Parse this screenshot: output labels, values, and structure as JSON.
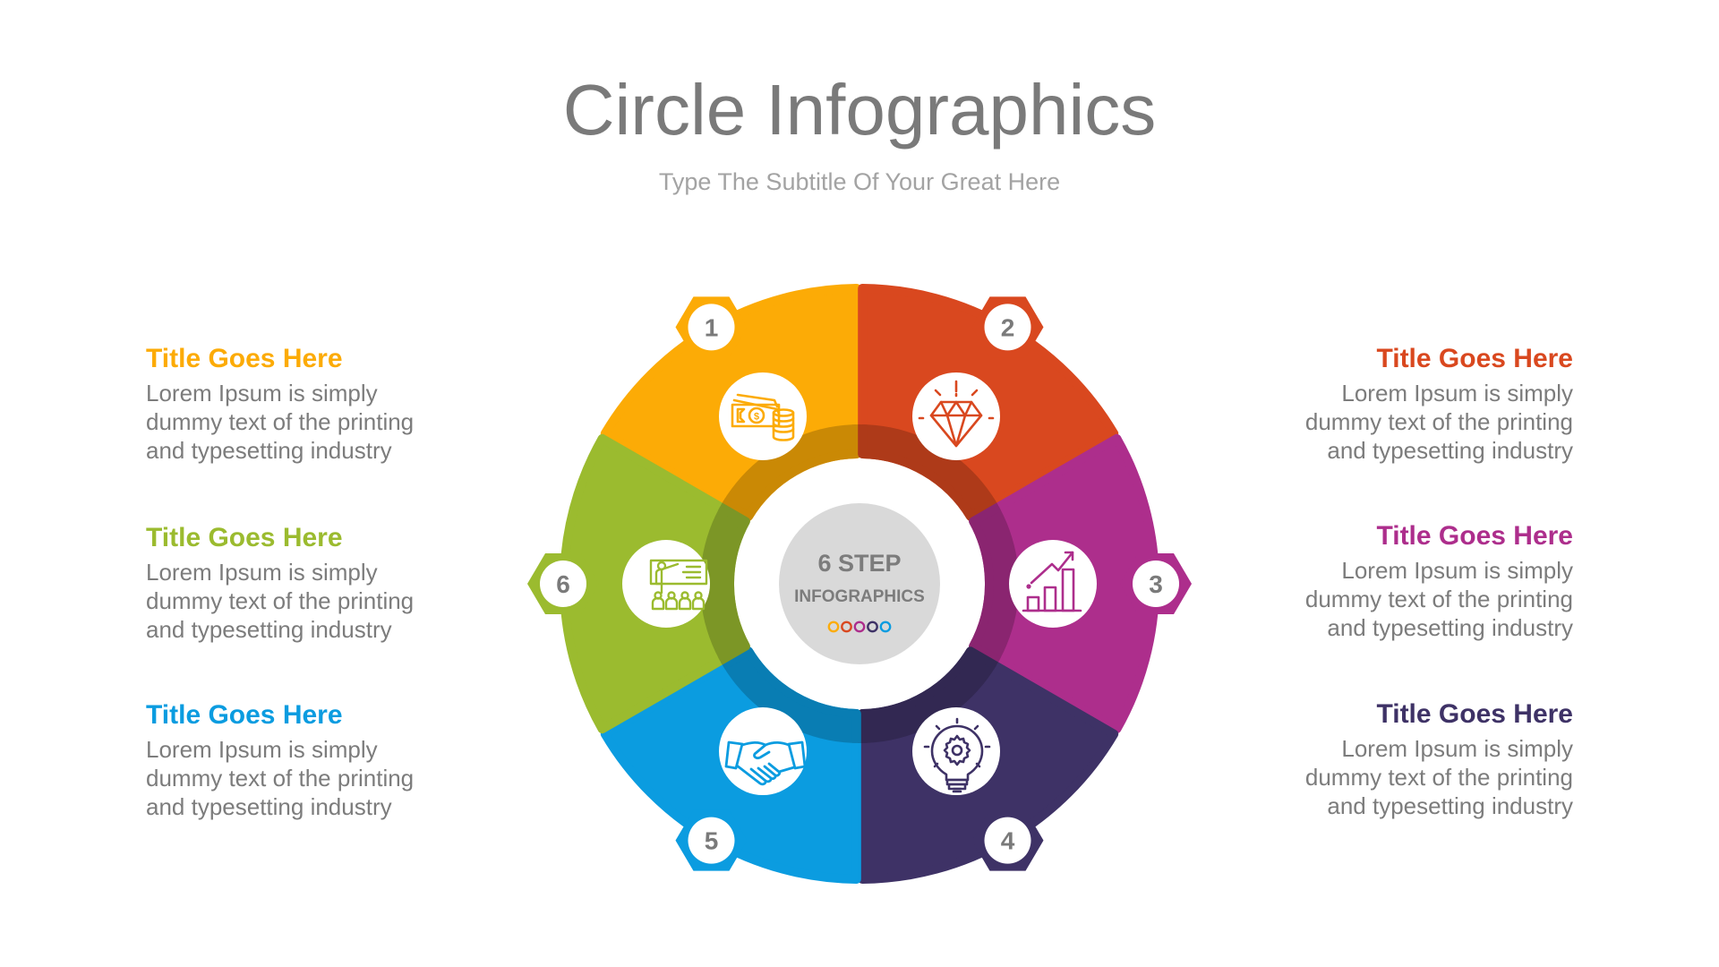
{
  "header": {
    "title": "Circle Infographics",
    "subtitle": "Type The Subtitle Of Your Great Here"
  },
  "center": {
    "line1": "6 STEP",
    "line2": "INFOGRAPHICS",
    "dot_colors": [
      "#fbac0c",
      "#d94820",
      "#ad2e8c",
      "#3e3266",
      "#0b9ce0"
    ]
  },
  "colors": {
    "step1": "#fcab06",
    "step2": "#d9481f",
    "step3": "#ad2e8c",
    "step4": "#3e3266",
    "step5": "#0b9ce0",
    "step6": "#9bbb2f",
    "text_gray": "#7c7c7c",
    "center_gray": "#d9d9d9"
  },
  "steps": [
    {
      "number": "1",
      "icon": "money-coins-icon",
      "title": "Title Goes Here",
      "body": [
        "Lorem Ipsum is simply",
        "dummy text of the printing",
        "and typesetting industry"
      ],
      "color": "#fcab06",
      "side": "left"
    },
    {
      "number": "2",
      "icon": "diamond-icon",
      "title": "Title Goes Here",
      "body": [
        "Lorem Ipsum is simply",
        "dummy text of the printing",
        "and typesetting industry"
      ],
      "color": "#d9481f",
      "side": "right"
    },
    {
      "number": "3",
      "icon": "growth-chart-icon",
      "title": "Title Goes Here",
      "body": [
        "Lorem Ipsum is simply",
        "dummy text of the printing",
        "and typesetting industry"
      ],
      "color": "#ad2e8c",
      "side": "right"
    },
    {
      "number": "4",
      "icon": "lightbulb-gear-icon",
      "title": "Title Goes Here",
      "body": [
        "Lorem Ipsum is simply",
        "dummy text of the printing",
        "and typesetting industry"
      ],
      "color": "#3e3266",
      "side": "right"
    },
    {
      "number": "5",
      "icon": "handshake-icon",
      "title": "Title Goes Here",
      "body": [
        "Lorem Ipsum is simply",
        "dummy text of the printing",
        "and typesetting industry"
      ],
      "color": "#0b9ce0",
      "side": "left"
    },
    {
      "number": "6",
      "icon": "presentation-icon",
      "title": "Title Goes Here",
      "body": [
        "Lorem Ipsum is simply",
        "dummy text of the printing",
        "and typesetting industry"
      ],
      "color": "#9bbb2f",
      "side": "left"
    }
  ]
}
